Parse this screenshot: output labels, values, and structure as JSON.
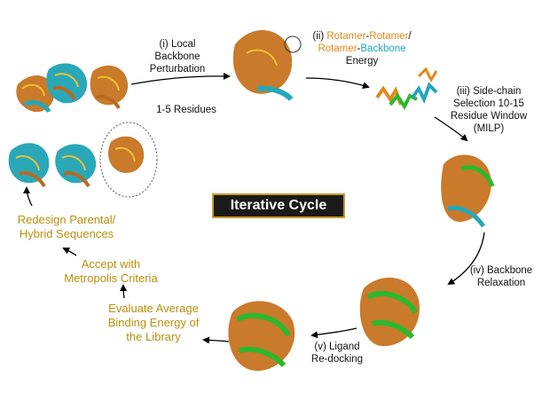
{
  "center_title": "Iterative Cycle",
  "steps": {
    "step1": [
      "(i) Local",
      "Backbone",
      "Perturbation"
    ],
    "step1_sub": "1-5 Residues",
    "step2": {
      "line1": [
        "(ii) ",
        "Rotamer",
        "-",
        "Rotamer",
        "/"
      ],
      "line2": [
        "Rotamer",
        "-",
        "Backbone"
      ],
      "line3": "Energy"
    },
    "step3": [
      "(iii) Side-chain",
      "Selection 10-15",
      "Residue Window",
      "(MILP)"
    ],
    "step4": [
      "(iv) Backbone",
      "Relaxation"
    ],
    "step5": [
      "(v) Ligand",
      "Re-docking"
    ]
  },
  "library_steps": {
    "evaluate": [
      "Evaluate Average",
      "Binding Energy of",
      "the Library"
    ],
    "accept": [
      "Accept with",
      "Metropolis Criteria"
    ],
    "redesign": [
      "Redesign Parental/",
      "Hybrid Sequences"
    ]
  },
  "colors": {
    "gold_text": "#b8900c",
    "orange": "#e08a1a",
    "green": "#2cb82c",
    "cyan": "#22a6bf",
    "box_border": "#c89a2a"
  }
}
